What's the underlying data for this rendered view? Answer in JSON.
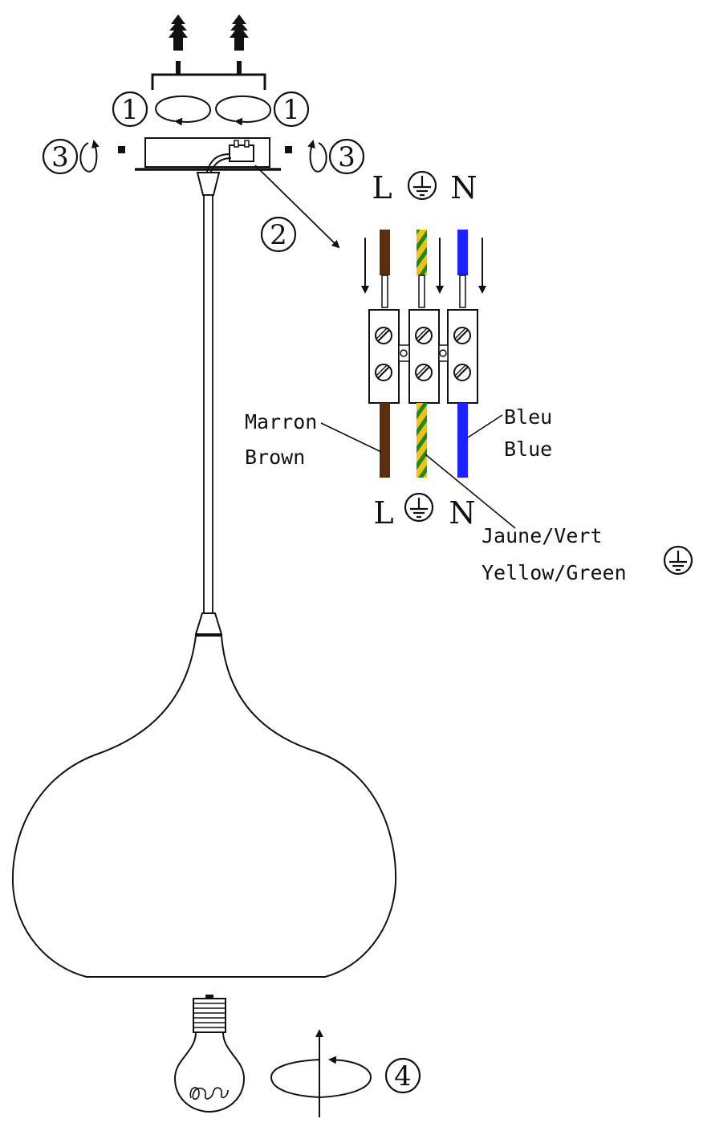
{
  "steps": {
    "mount": "1",
    "wire": "2",
    "fix": "3",
    "bulb": "4"
  },
  "terminal_top": {
    "live": "L",
    "neutral": "N"
  },
  "terminal_bottom": {
    "live": "L",
    "neutral": "N"
  },
  "wires": {
    "brown_fr": "Marron",
    "brown_en": "Brown",
    "blue_fr": "Bleu",
    "blue_en": "Blue",
    "earth_fr": "Jaune/Vert",
    "earth_en": "Yellow/Green"
  },
  "colors": {
    "live": "#5a2f10",
    "neutral": "#1a22ff",
    "earth_yellow": "#f4c20d",
    "earth_green": "#1c8a2a",
    "line": "#111111"
  },
  "icons": [
    "screw-anchor-icon",
    "earth-symbol-icon",
    "rotate-arrow-icon",
    "light-bulb-icon"
  ]
}
